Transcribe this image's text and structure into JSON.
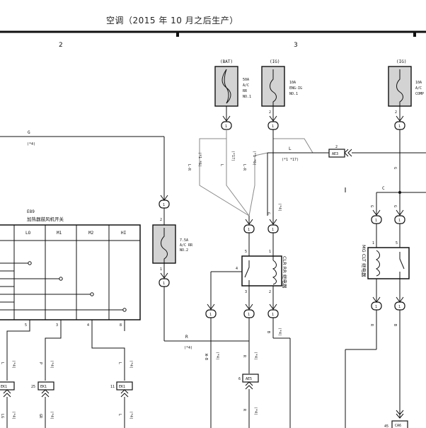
{
  "header": {
    "title": "空调（2015 年 10 月之后生产）",
    "section_numbers": [
      "2",
      "3"
    ]
  },
  "fuses": [
    {
      "id": "bat",
      "supply": "(BAT)",
      "label": "50A A/C RR NO.1",
      "pin": "1"
    },
    {
      "id": "ig1",
      "supply": "(IG)",
      "label": "10A ENG-IG NO.1",
      "pin_top": "2",
      "pin": "1"
    },
    {
      "id": "ig2",
      "supply": "(IG)",
      "label": "10A A/C COMP",
      "pin_top": "2",
      "pin": "1"
    },
    {
      "id": "rr2",
      "supply": "",
      "label": "7.5A A/C RR NO.2",
      "pin_top": "2",
      "pin": "1"
    }
  ],
  "switch_table": {
    "component_id": "E89",
    "component_name": "加热器鼓风机开关",
    "columns": [
      "LO",
      "M1",
      "M2",
      "HI"
    ],
    "pins": [
      "5",
      "3",
      "4",
      "8"
    ]
  },
  "relays": [
    {
      "id": "clr",
      "name": "CLR RR 继电器",
      "pins": [
        "5",
        "1",
        "4",
        "3",
        "2"
      ]
    },
    {
      "id": "mg",
      "name": "MG CLT 继电器",
      "pins": [
        "1",
        "5"
      ]
    }
  ],
  "connectors": [
    "AE3",
    "AE5",
    "EK1",
    "CA6"
  ],
  "connector_pins": {
    "ae3": "2",
    "ae5": "6",
    "ek1_a": "25",
    "ek1_b": "11",
    "ca6": "45"
  },
  "wire_labels": {
    "g": "G",
    "l": "L",
    "r": "R",
    "c": "C",
    "lr": "L-R",
    "b": "B",
    "w_b": "W-B",
    "p": "P",
    "lg": "LG",
    "gr": "GR",
    "star4": "(*4)",
    "star1_17": "(*1 *17)",
    "star1_6": "(*1 *6)",
    "star17": "(*17)"
  },
  "oval_pin": "1"
}
